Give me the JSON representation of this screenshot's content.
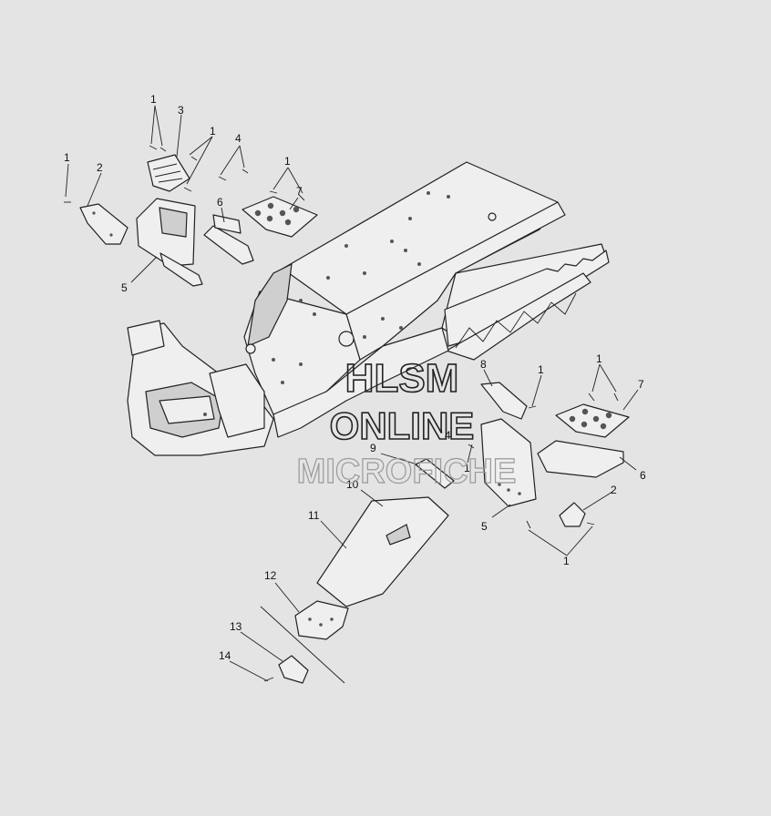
{
  "watermark": {
    "line1": "HLSM",
    "line2": "ONLINE",
    "line3": "MICROFICHE"
  },
  "callouts": [
    "1",
    "1",
    "3",
    "1",
    "4",
    "1",
    "2",
    "6",
    "7",
    "5",
    "8",
    "1",
    "1",
    "7",
    "9",
    "1",
    "6",
    "2",
    "5",
    "1",
    "10",
    "11",
    "12",
    "13",
    "14",
    "4"
  ]
}
